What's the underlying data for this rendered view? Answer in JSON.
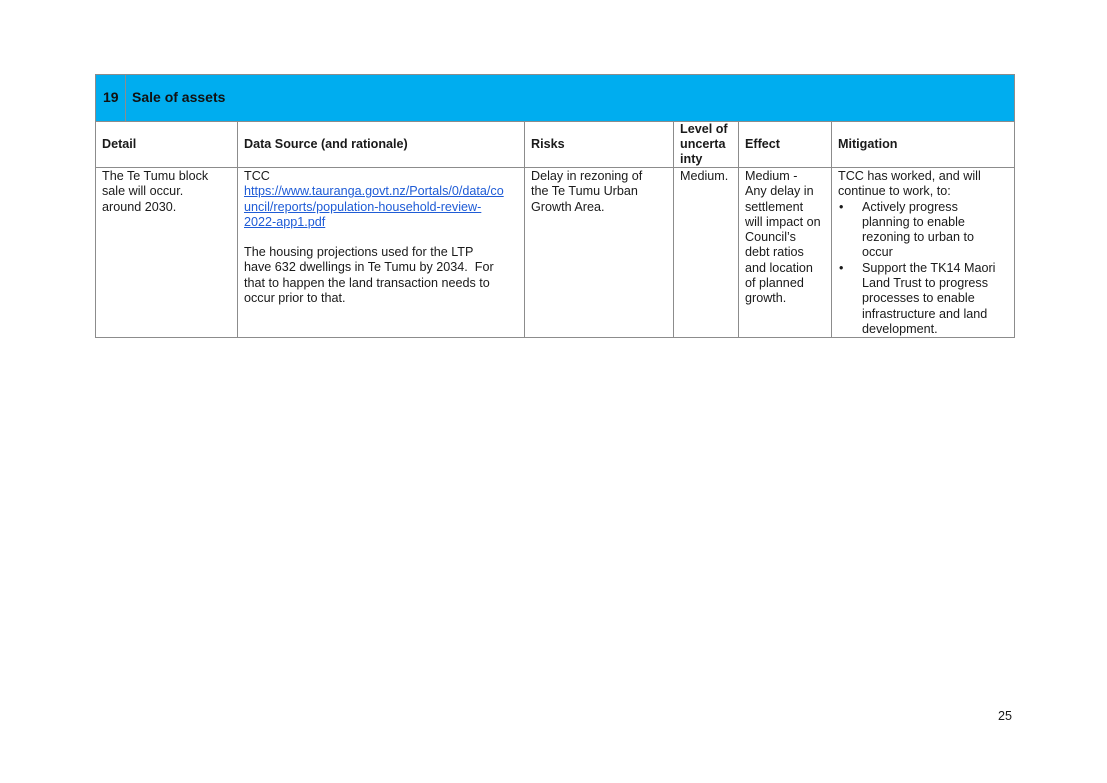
{
  "section": {
    "number": "19",
    "title": "Sale of assets"
  },
  "headers": {
    "detail": "Detail",
    "data_source": "Data Source (and rationale)",
    "risks": "Risks",
    "level_line1": "Level of",
    "level_line2": "uncerta",
    "level_line3": "inty",
    "effect": "Effect",
    "mitigation": "Mitigation"
  },
  "row": {
    "detail": [
      "The Te Tumu block",
      "sale will occur.",
      "around 2030."
    ],
    "data_source_intro": "TCC",
    "data_source_link": [
      "https://www.tauranga.govt.nz/Portals/0/data/co",
      "uncil/reports/population-household-review-",
      "2022-app1.pdf"
    ],
    "data_source_rationale": [
      "The housing projections used for the LTP",
      "have 632 dwellings in Te Tumu by 2034.  For",
      "that to happen the land transaction needs to",
      "occur prior to that."
    ],
    "risks": [
      "Delay in rezoning of",
      "the Te Tumu Urban",
      "Growth Area."
    ],
    "level": "Medium.",
    "effect": [
      "Medium -",
      "Any delay in",
      "settlement",
      "will impact on",
      "Council’s",
      "debt ratios",
      "and location",
      "of planned",
      "growth."
    ],
    "mitigation_intro": [
      "TCC has worked, and will",
      "continue to work, to:"
    ],
    "mitigation_items": [
      [
        "Actively progress",
        "planning to enable",
        "rezoning to urban to",
        "occur"
      ],
      [
        "Support the TK14 Maori",
        "Land Trust to progress",
        "processes to enable",
        "infrastructure and land",
        "development."
      ]
    ]
  },
  "page_number": "25"
}
